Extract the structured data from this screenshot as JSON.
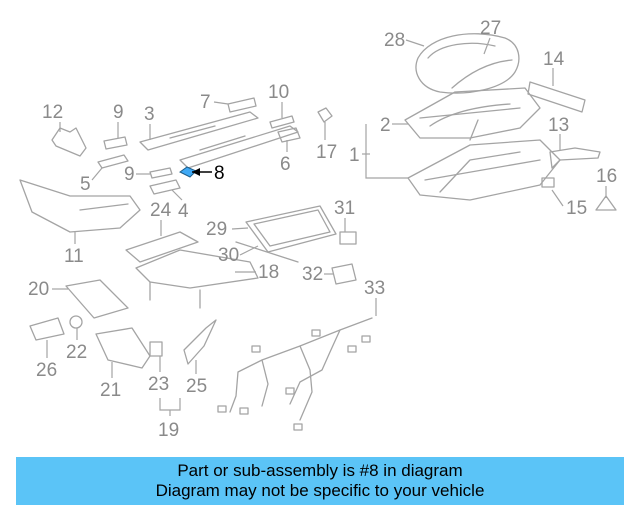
{
  "diagram": {
    "callouts": {
      "c1": "1",
      "c2": "2",
      "c3": "3",
      "c4": "4",
      "c5": "5",
      "c6": "6",
      "c7": "7",
      "c8": "8",
      "c9a": "9",
      "c9b": "9",
      "c10": "10",
      "c11": "11",
      "c12": "12",
      "c13": "13",
      "c14": "14",
      "c15": "15",
      "c16": "16",
      "c17": "17",
      "c18": "18",
      "c19": "19",
      "c20": "20",
      "c21": "21",
      "c22": "22",
      "c23": "23",
      "c24": "24",
      "c25": "25",
      "c26": "26",
      "c27": "27",
      "c28": "28",
      "c29": "29",
      "c30": "30",
      "c31": "31",
      "c32": "32",
      "c33": "33"
    },
    "highlighted_part": "8",
    "highlight_color": "#3fa9f5"
  },
  "banner": {
    "line1": "Part or sub-assembly is #8 in diagram",
    "line2": "Diagram may not be specific to your vehicle",
    "background": "#5bc4f7"
  }
}
